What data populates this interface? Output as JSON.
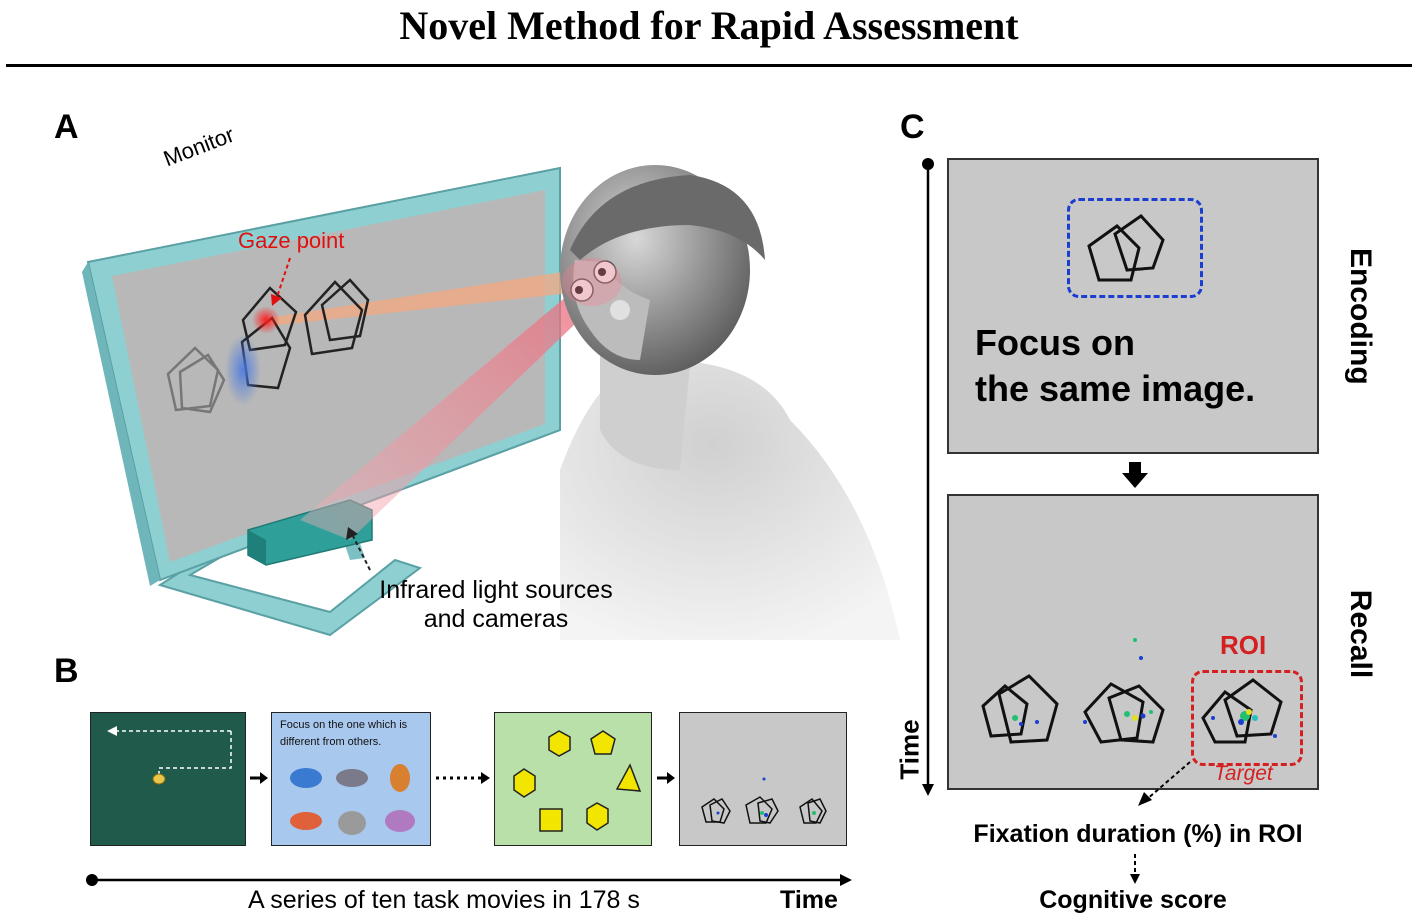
{
  "title": "Novel Method for Rapid Assessment",
  "panel_a": {
    "letter": "A",
    "monitor_label": "Monitor",
    "gaze_label": "Gaze point",
    "camera_label_line1": "Infrared light sources",
    "camera_label_line2": "and cameras"
  },
  "panel_b": {
    "letter": "B",
    "tile2_text_line1": "Focus on the one which is",
    "tile2_text_line2": "different from others.",
    "timeline_caption": "A series of ten task movies in 178 s",
    "time_label": "Time"
  },
  "panel_c": {
    "letter": "C",
    "encoding_text_line1": "Focus on",
    "encoding_text_line2": "the same image.",
    "encoding_label": "Encoding",
    "recall_label": "Recall",
    "roi_label": "ROI",
    "target_label": "Target",
    "time_label": "Time",
    "fixation_label": "Fixation duration (%) in ROI",
    "score_label": "Cognitive score"
  },
  "colors": {
    "monitor_frame": "#7fc4c8",
    "gaze_red": "#e01010",
    "roi_red": "#d42020",
    "encoding_blue": "#1a3fd0",
    "tile_green_dark": "#1f5a4a",
    "tile_blue": "#a9c8ee",
    "tile_green_light": "#b8e0a8",
    "shape_yellow": "#f2e600"
  }
}
